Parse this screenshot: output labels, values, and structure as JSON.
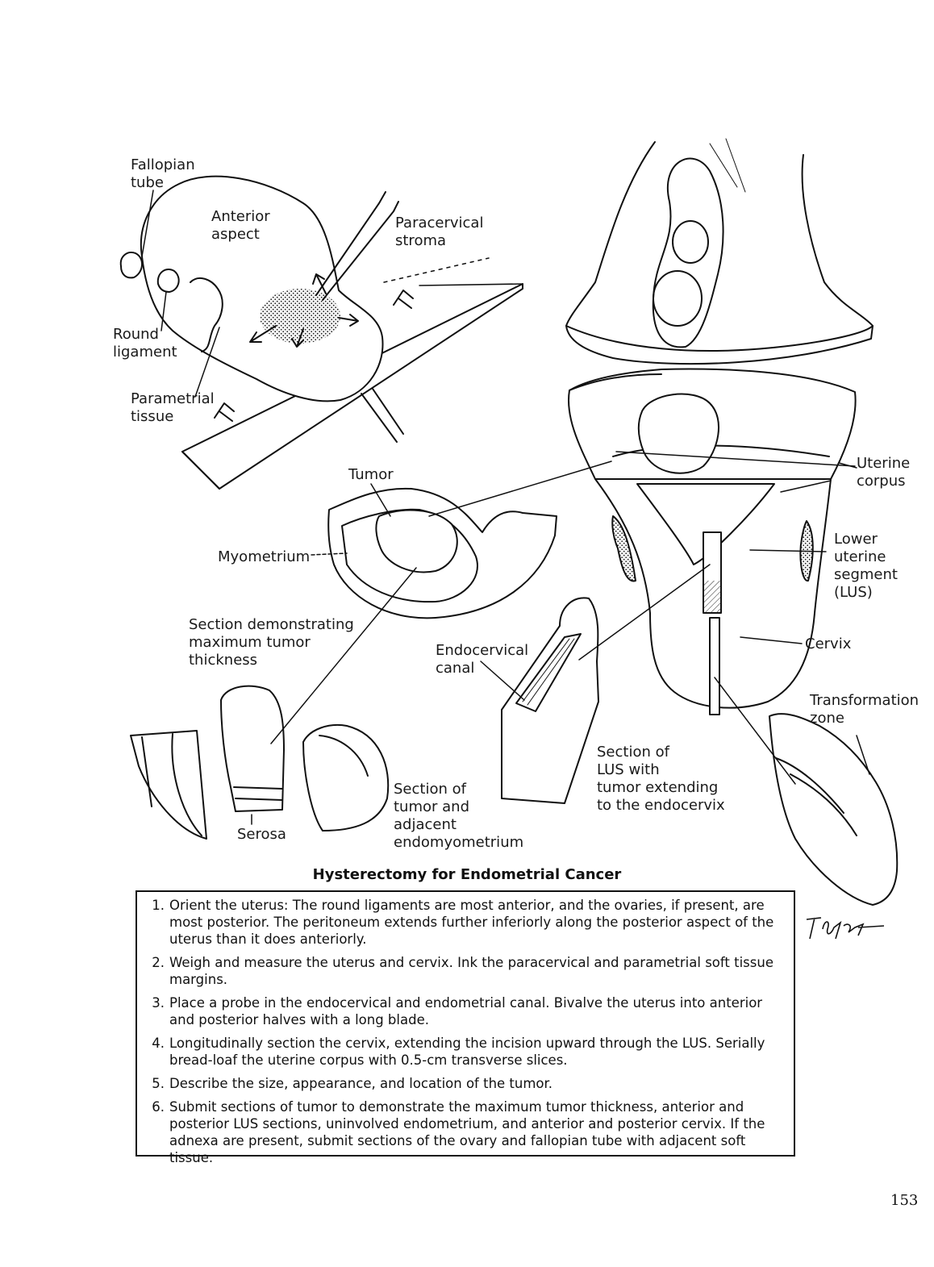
{
  "figure": {
    "labels": {
      "fallopian_tube": "Fallopian\ntube",
      "anterior_aspect": "Anterior\naspect",
      "paracervical_stroma": "Paracervical\nstroma",
      "round_ligament": "Round\nligament",
      "parametrial_tissue": "Parametrial\ntissue",
      "tumor": "Tumor",
      "myometrium": "Myometrium",
      "section_max_thickness": "Section demonstrating\nmaximum tumor\nthickness",
      "endocervical_canal": "Endocervical\ncanal",
      "serosa": "Serosa",
      "section_tumor_adjacent": "Section of\ntumor and\nadjacent\nendomyometrium",
      "section_lus": "Section of\nLUS with\ntumor extending\nto the endocervix",
      "uterine_corpus": "Uterine\ncorpus",
      "lower_uterine_segment": "Lower\nuterine\nsegment\n(LUS)",
      "cervix": "Cervix",
      "transformation_zone": "Transformation\nzone"
    },
    "signature_text": "TPhelps"
  },
  "title": "Hysterectomy for Endometrial Cancer",
  "steps": [
    {
      "num": "1.",
      "text": "Orient the uterus: The round ligaments are most anterior, and the ovaries, if present, are most posterior. The peritoneum extends further inferiorly along the posterior aspect of the uterus than it does anteriorly."
    },
    {
      "num": "2.",
      "text": "Weigh and measure the uterus and cervix. Ink the paracervical and parametrial soft tissue margins."
    },
    {
      "num": "3.",
      "text": "Place a probe in the endocervical and endometrial canal. Bivalve the uterus into anterior and posterior halves with a long blade."
    },
    {
      "num": "4.",
      "text": "Longitudinally section the cervix, extending the incision upward through the LUS. Serially bread-loaf the uterine corpus with 0.5-cm transverse slices."
    },
    {
      "num": "5.",
      "text": "Describe the size, appearance, and location of the tumor."
    },
    {
      "num": "6.",
      "text": "Submit sections of tumor to demonstrate the maximum tumor thickness, anterior and posterior LUS sections, uninvolved endometrium, and anterior and posterior cervix. If the adnexa are present, submit sections of the ovary and fallopian tube with adjacent soft tissue."
    }
  ],
  "page_number": "153"
}
